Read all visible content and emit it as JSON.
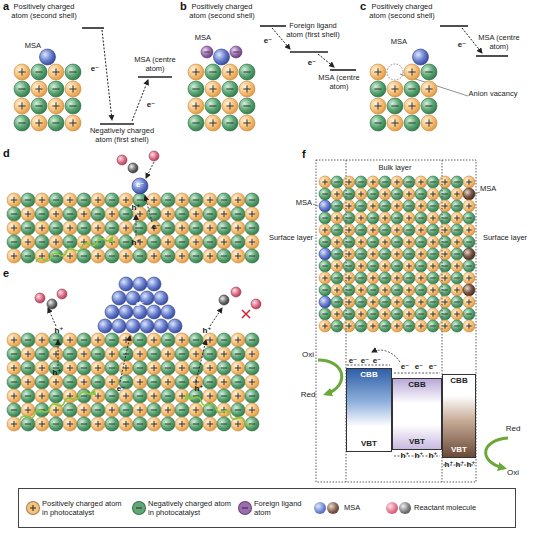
{
  "diagram": {
    "nodes": [
      {
        "text": [
          "CBB",
          "VBT"
        ]
      },
      {
        "text": [
          "CBB",
          "VBT"
        ]
      },
      {
        "text": [
          "CBB",
          "VBT"
        ]
      }
    ],
    "labels": [
      "a",
      "Positively charged atom (second shell)",
      "MSA",
      "MSA (centre atom)",
      "e⁻",
      "e⁻",
      "Negatively charged atom (first shell)",
      "b",
      "Positively charged atom (second shell)",
      "MSA",
      "Foreign ligand atom (first shell)",
      "MSA (centre atom)",
      "e⁻",
      "e⁻",
      "c",
      "Positively charged atom (second shell)",
      "MSA (centre atom)",
      "e⁻",
      "MSA",
      "Anion vacancy",
      "d",
      "e⁻",
      "h⁺",
      "e⁻",
      "h⁺",
      "e",
      "h⁺",
      "e⁻",
      "h⁺",
      "e⁻",
      "h⁺",
      "h⁺",
      "f",
      "Bulk layer",
      "MSA",
      "MSA",
      "Surface layer",
      "Surface layer",
      "Oxi",
      "Red",
      "e⁻",
      "e⁻",
      "e⁻",
      "e⁻",
      "e⁻",
      "e⁻",
      "h⁺",
      "h⁺",
      "h⁺",
      "h⁺",
      "h⁺",
      "h⁺",
      "Red",
      "Oxi"
    ],
    "legend": [
      {
        "text": "Positively charged atom in photocatalyst",
        "color": "#f6c27c"
      },
      {
        "text": "Negatively charged atom in photocatalyst",
        "color": "#5ea876"
      },
      {
        "text": "Foreign ligand atom",
        "color": "#9c6bb0"
      },
      {
        "text": "MSA"
      },
      {
        "text": "Reactant molecule"
      }
    ]
  }
}
